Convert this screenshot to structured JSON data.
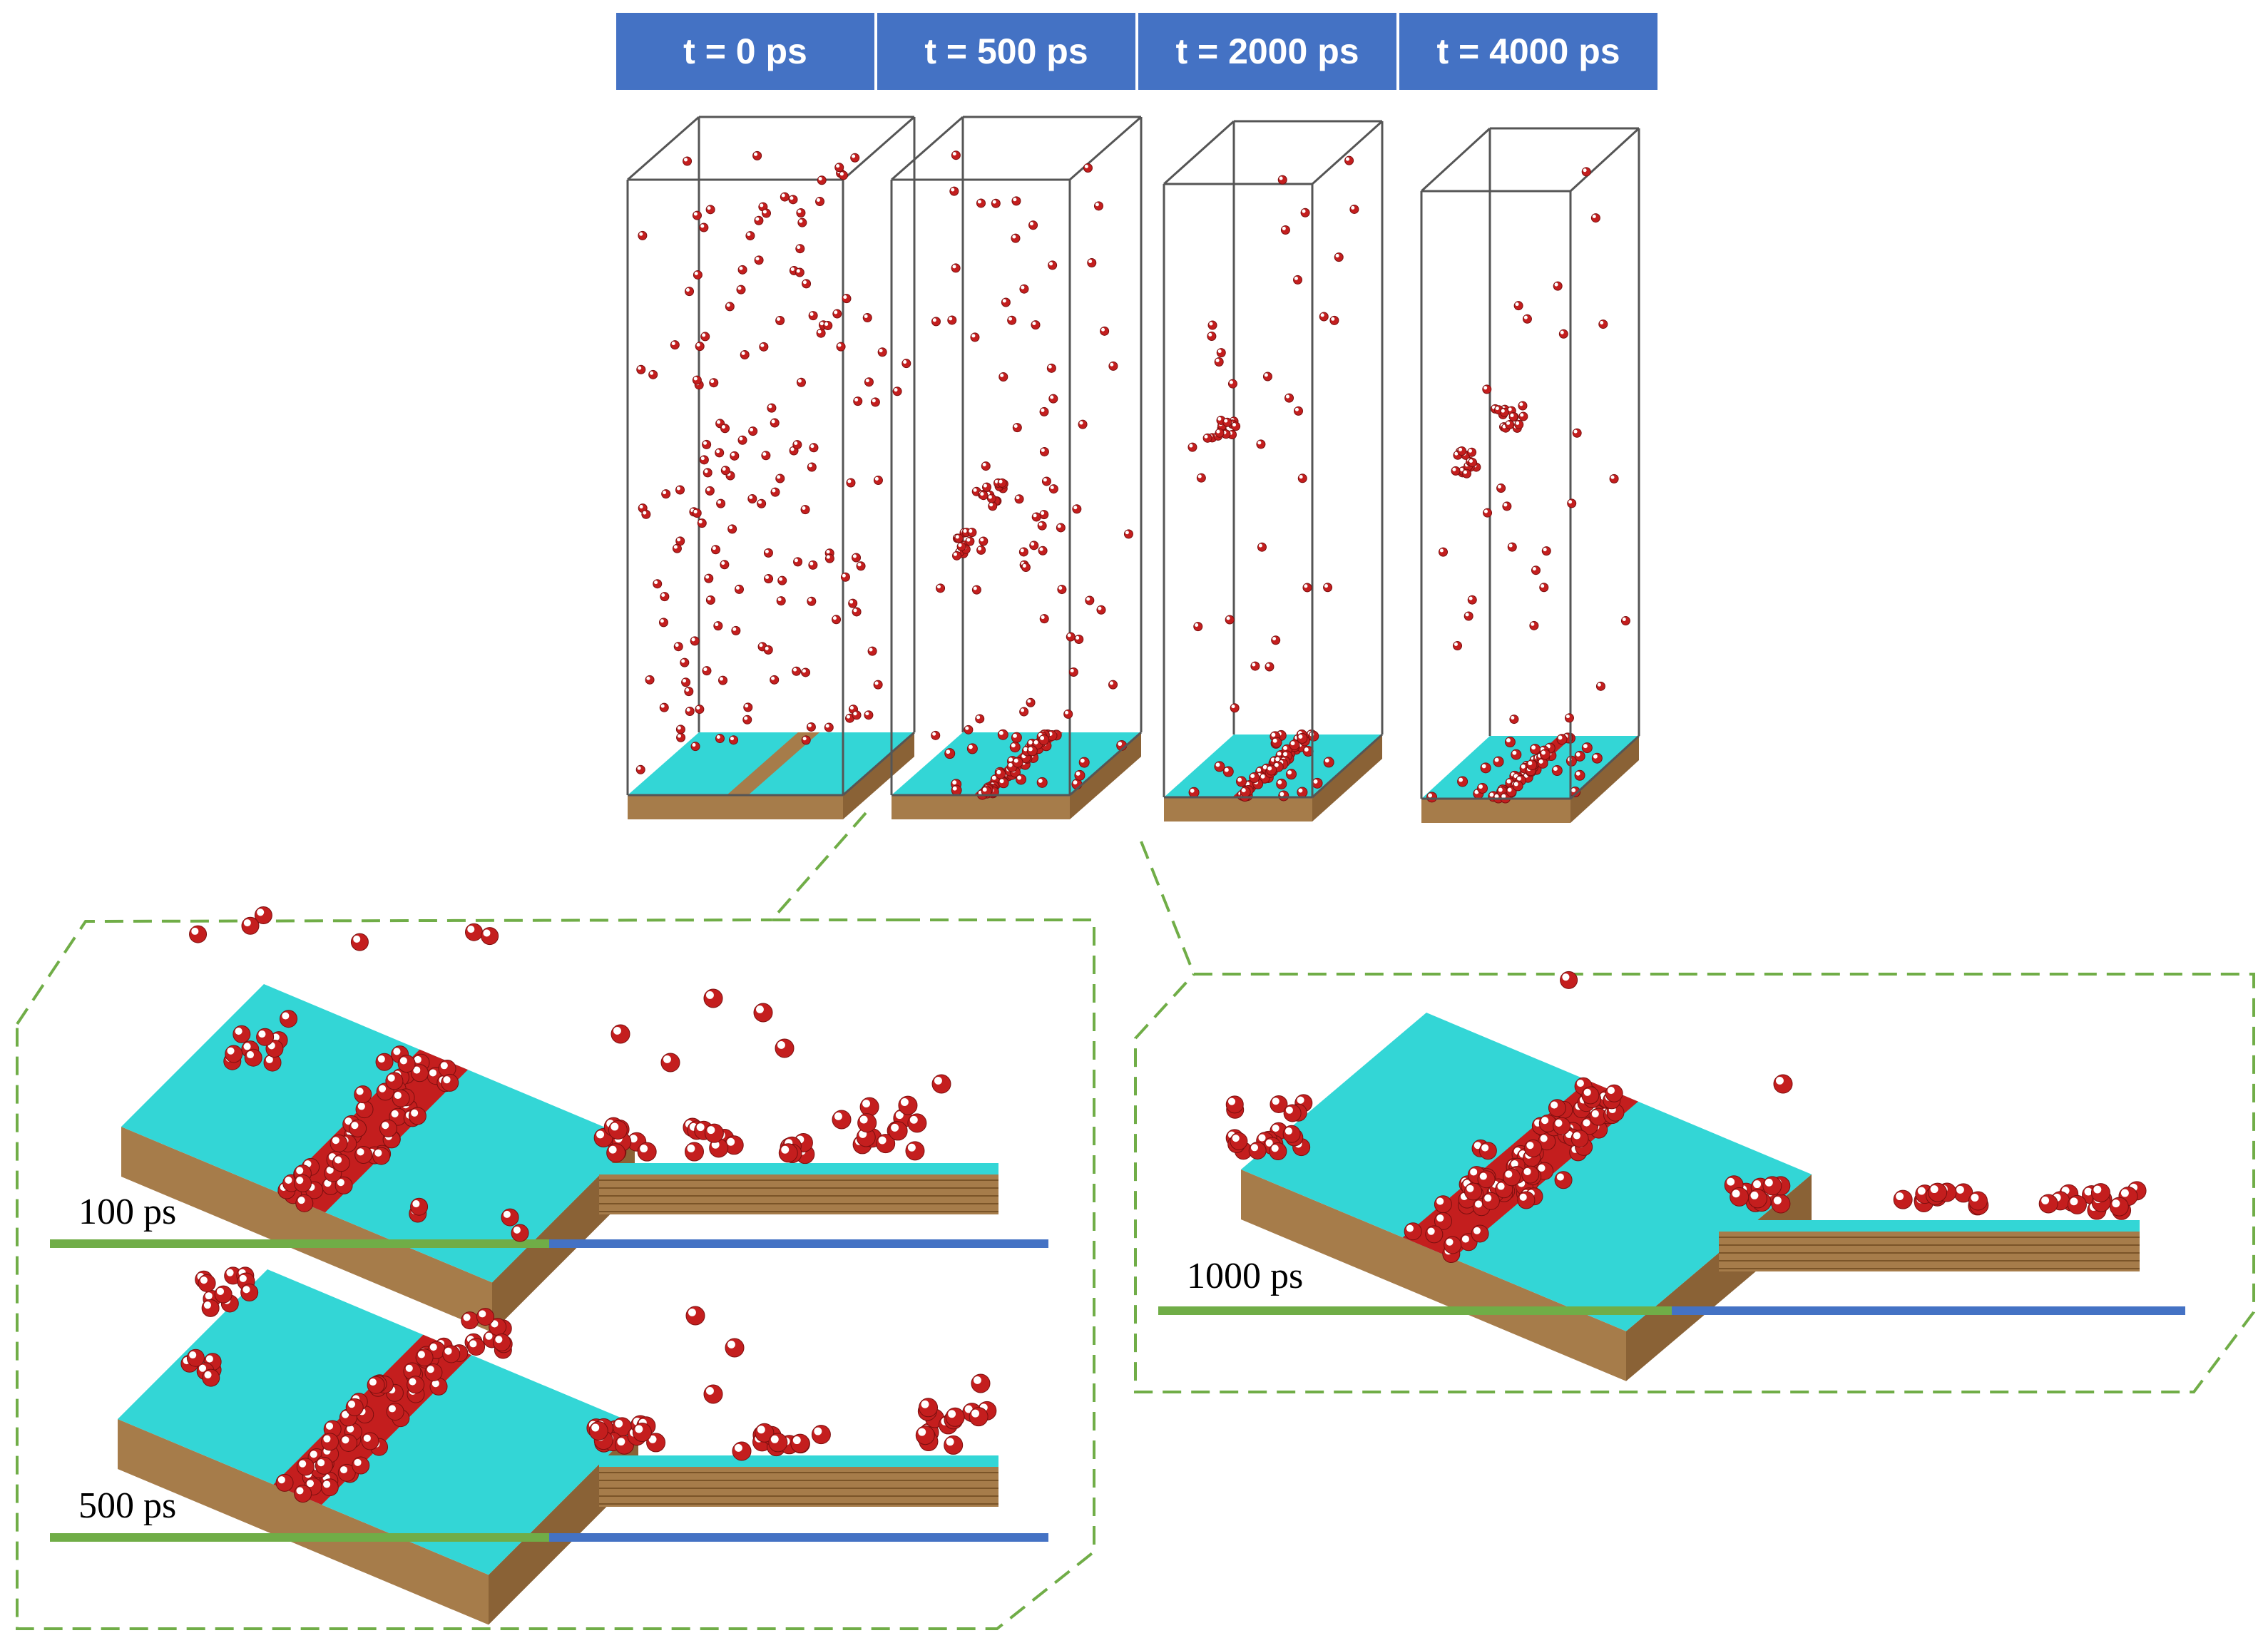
{
  "figure": {
    "timeline_headers": [
      "t = 0 ps",
      "t = 500 ps",
      "t = 2000 ps",
      "t = 4000 ps"
    ],
    "inset_labels": [
      "100 ps",
      "500 ps",
      "1000 ps"
    ]
  },
  "colors": {
    "header_bg": "#4472c4",
    "header_text": "#ffffff",
    "substrate_surface": "#33d6d6",
    "substrate_base": "#a67c4a",
    "water_oxygen": "#c41e1e",
    "water_hydrogen": "#ffffff",
    "box_outline": "#555555",
    "callout_outline": "#70ad47",
    "bar_green": "#70ad47",
    "bar_blue": "#4472c4"
  }
}
